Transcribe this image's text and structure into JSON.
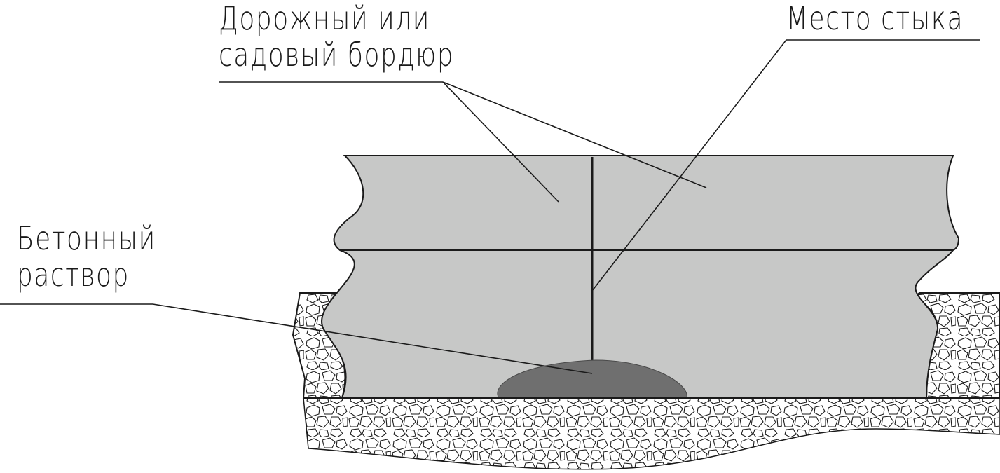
{
  "labels": {
    "curb_line1": "Дорожный или",
    "curb_line2": "садовый бордюр",
    "joint": "Место стыка",
    "mortar_line1": "Бетонный",
    "mortar_line2": "раствор"
  },
  "colors": {
    "curb_fill": "#c7c8c7",
    "mortar_fill": "#6f6f6f",
    "line": "#1a1a1a",
    "background": "#ffffff",
    "gravel_fill": "#ffffff"
  }
}
